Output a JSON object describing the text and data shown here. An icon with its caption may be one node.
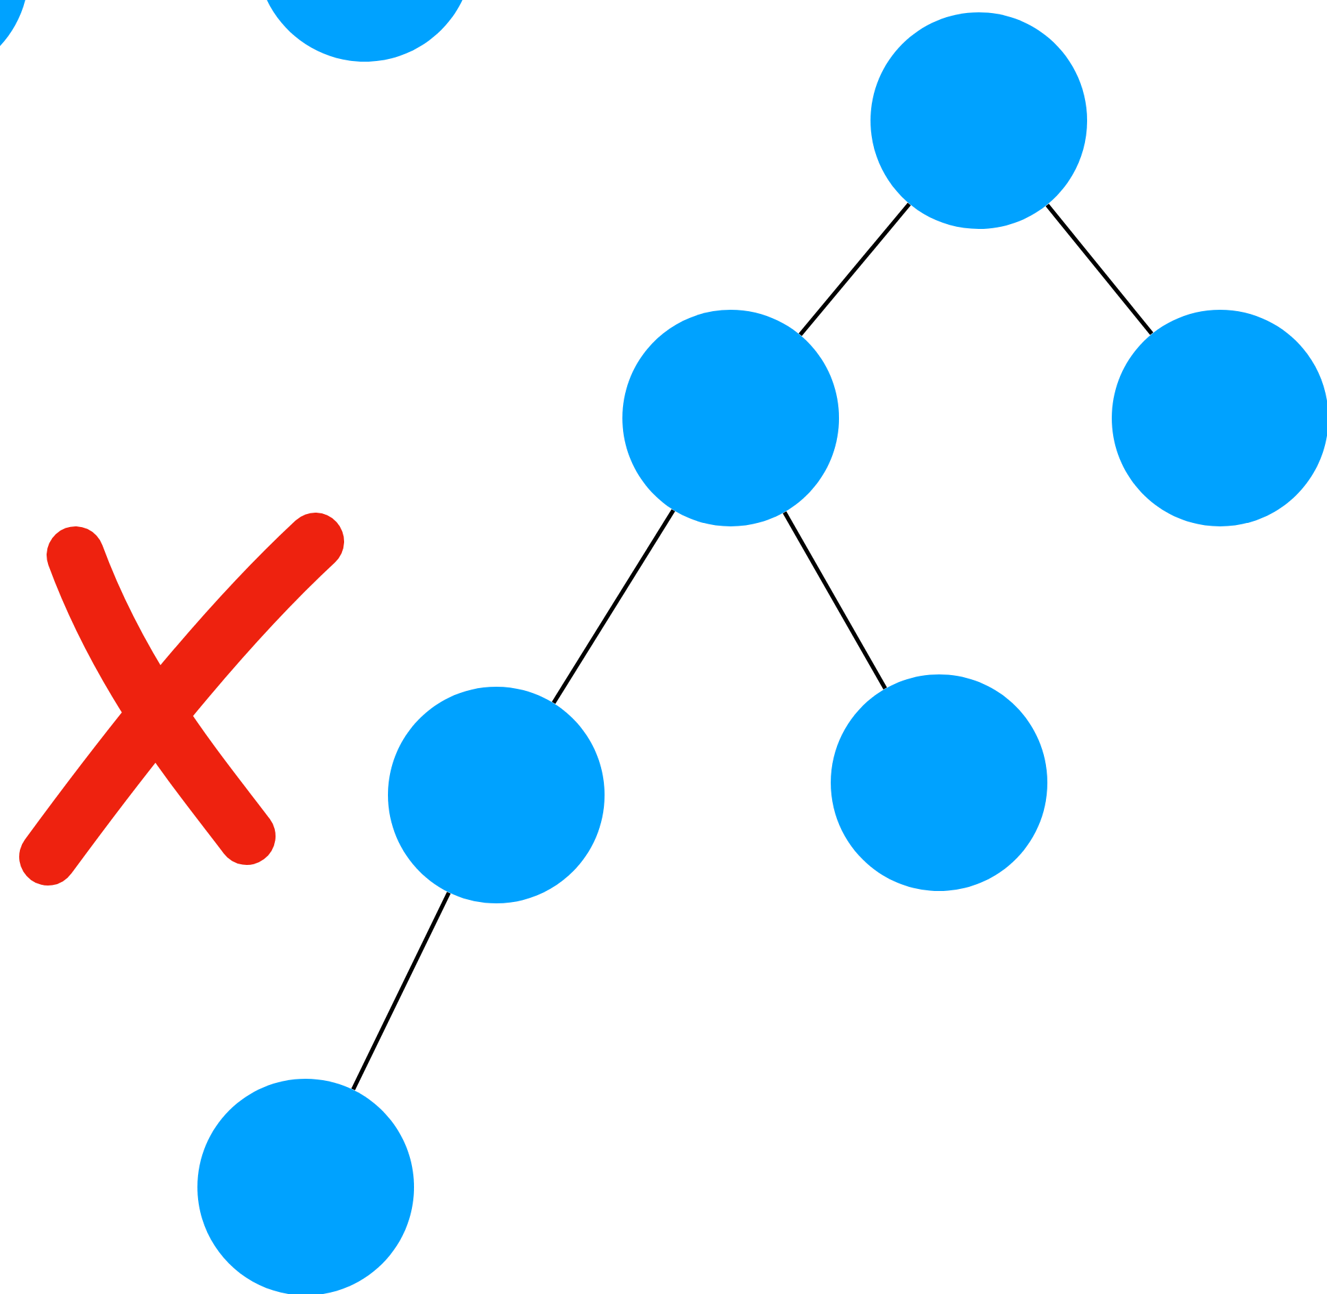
{
  "diagram": {
    "nodes": [
      {
        "text": [],
        "shape": "circle"
      },
      {
        "text": [],
        "shape": "circle"
      },
      {
        "text": [],
        "shape": "circle"
      },
      {
        "text": [],
        "shape": "circle"
      },
      {
        "text": [],
        "shape": "circle"
      },
      {
        "text": [],
        "shape": "circle"
      },
      {
        "text": [],
        "shape": "circle"
      },
      {
        "text": [],
        "shape": "circle"
      }
    ],
    "edges": [
      {
        "from": 2,
        "to": 3,
        "arrow": "none"
      },
      {
        "from": 2,
        "to": 4,
        "arrow": "none"
      },
      {
        "from": 3,
        "to": 5,
        "arrow": "none"
      },
      {
        "from": 3,
        "to": 6,
        "arrow": "none"
      },
      {
        "from": 5,
        "to": 7,
        "arrow": "none"
      }
    ]
  }
}
